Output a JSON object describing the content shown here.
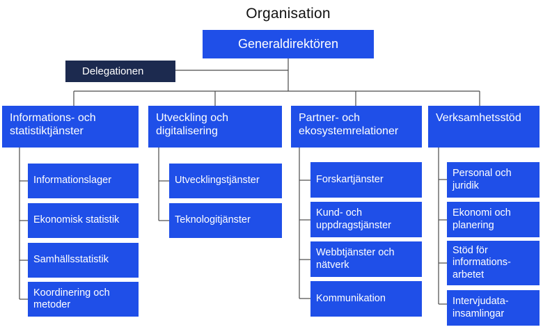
{
  "title": "Organisation",
  "top": "Generaldirektören",
  "delegation": "Delegationen",
  "departments": [
    {
      "label": "Informations- och statistiktjänster",
      "units": [
        "Informationslager",
        "Ekonomisk statistik",
        "Samhällsstatistik",
        "Koordinering och metoder"
      ]
    },
    {
      "label": "Utveckling och digitalisering",
      "units": [
        "Utvecklingstjänster",
        "Teknologitjänster"
      ]
    },
    {
      "label": "Partner- och ekosystemrelationer",
      "units": [
        "Forskartjänster",
        "Kund- och uppdragstjänster",
        "Webbtjänster och nätverk",
        "Kommunikation"
      ]
    },
    {
      "label": "Verksamhetsstöd",
      "units": [
        "Personal och juridik",
        "Ekonomi och planering",
        "Stöd för informations-arbetet",
        "Intervjudata-insamlingar"
      ]
    }
  ],
  "colors": {
    "box": "#1f4fe8",
    "delegation": "#1c2a4f",
    "line": "#4a4a4a"
  }
}
